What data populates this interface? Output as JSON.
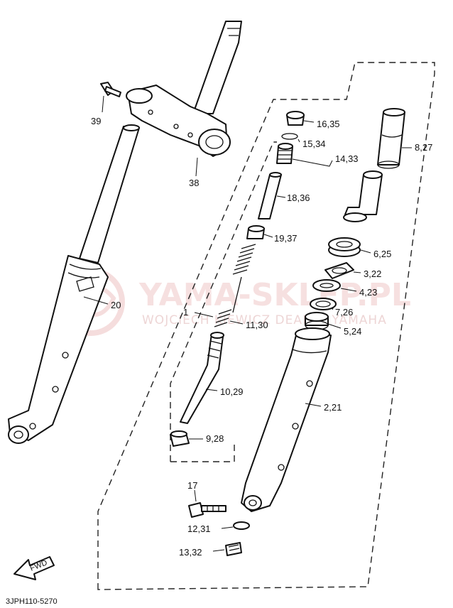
{
  "watermark": {
    "brand": "YAMA-SKLEP.PL",
    "subtitle": "WOJCIECH KIEWICZ DEALER YAMAHA"
  },
  "footer_code": "3JPH110-5270",
  "fwd_label": "FWD",
  "callouts": {
    "c1": "1",
    "c2": "2,21",
    "c3": "3,22",
    "c4": "4,23",
    "c5": "5,24",
    "c6": "6,25",
    "c7": "7,26",
    "c8": "8,27",
    "c9": "9,28",
    "c10": "10,29",
    "c11": "11,30",
    "c12": "12,31",
    "c13": "13,32",
    "c14": "14,33",
    "c15": "15,34",
    "c16": "16,35",
    "c17": "17",
    "c18": "18,36",
    "c19": "19,37",
    "c20": "20",
    "c38": "38",
    "c39": "39"
  }
}
